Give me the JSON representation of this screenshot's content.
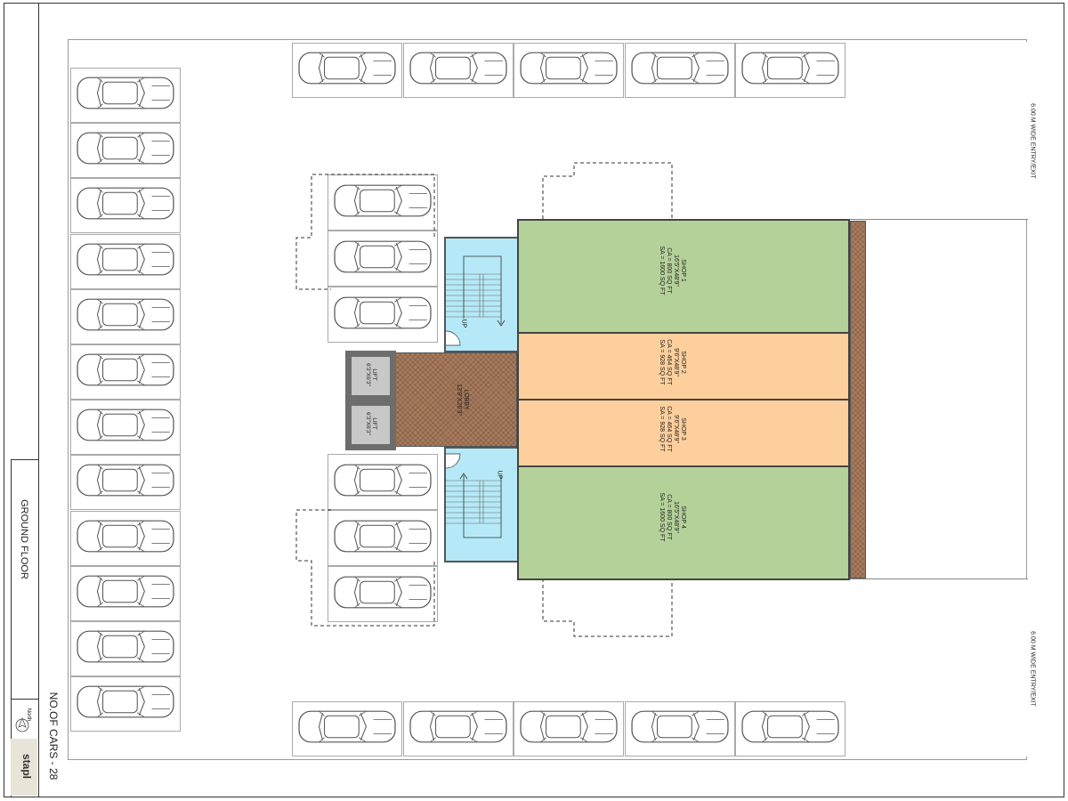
{
  "sheet": {
    "title": "GROUND FLOOR",
    "car_count": "NO.OF CARS - 28",
    "north": "North",
    "logo": "stapl"
  },
  "entries": {
    "top": "6.00 M WIDE ENTRY/EXIT",
    "bottom": "6.00 M WIDE ENTRY/EXIT"
  },
  "rooms": {
    "shop1": {
      "name": "SHOP 1",
      "size": "16'5\"X48'9\"",
      "ca": "CA = 800 SQ FT",
      "sa": "SA = 1600 SQ FT"
    },
    "shop2": {
      "name": "SHOP 2",
      "size": "9'6\"X48'9\"",
      "ca": "CA = 464 SQ FT",
      "sa": "SA = 928 SQ FT"
    },
    "shop3": {
      "name": "SHOP 3",
      "size": "9'6\"X48'9\"",
      "ca": "CA = 464 SQ FT",
      "sa": "SA = 928 SQ FT"
    },
    "shop4": {
      "name": "SHOP 4",
      "size": "16'5\"X48'9\"",
      "ca": "CA = 800 SQ FT",
      "sa": "SA = 1600 SQ FT"
    },
    "lobby": {
      "name": "LOBBY",
      "size": "13'9\"X26'3\""
    },
    "lift1": {
      "name": "LIFT",
      "size": "6'3\"X6'3\""
    },
    "lift2": {
      "name": "LIFT",
      "size": "6'3\"X6'3\""
    },
    "stair1": {
      "label": "UP"
    },
    "stair2": {
      "label": "UP"
    }
  },
  "colors": {
    "shop_large": "#b5d19a",
    "shop_small": "#fccf9c",
    "lobby": "#a87a5c",
    "stair": "#b5e9f7",
    "lift": "#6d6d6d"
  }
}
